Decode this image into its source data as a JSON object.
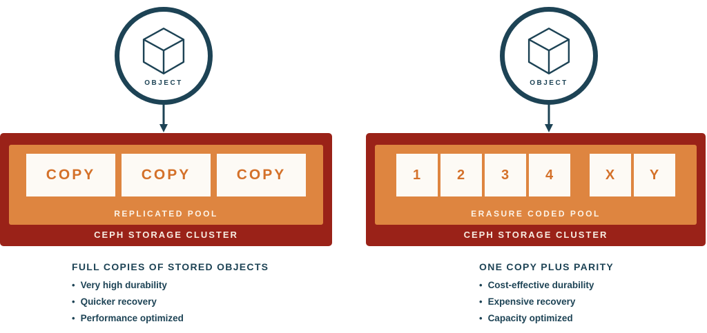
{
  "glyphs": {
    "bullet": "•"
  },
  "colors": {
    "navy": "#1d4355",
    "brick_red": "#9a2218",
    "orange": "#de8540",
    "slot_text_orange": "#d4712a",
    "slot_background": "#fdfaf5",
    "page_background": "#ffffff"
  },
  "left": {
    "object_label": "OBJECT",
    "pool": {
      "copies": [
        "COPY",
        "COPY",
        "COPY"
      ],
      "pool_label": "REPLICATED POOL",
      "cluster_label": "CEPH STORAGE CLUSTER"
    },
    "summary": {
      "heading": "FULL COPIES OF STORED OBJECTS",
      "bullets": [
        "Very high durability",
        "Quicker recovery",
        "Performance optimized"
      ]
    }
  },
  "right": {
    "object_label": "OBJECT",
    "pool": {
      "data_chunks": [
        "1",
        "2",
        "3",
        "4"
      ],
      "parity_chunks": [
        "X",
        "Y"
      ],
      "pool_label": "ERASURE CODED POOL",
      "cluster_label": "CEPH STORAGE CLUSTER"
    },
    "summary": {
      "heading": "ONE COPY PLUS PARITY",
      "bullets": [
        "Cost-effective durability",
        "Expensive recovery",
        "Capacity optimized"
      ]
    }
  }
}
